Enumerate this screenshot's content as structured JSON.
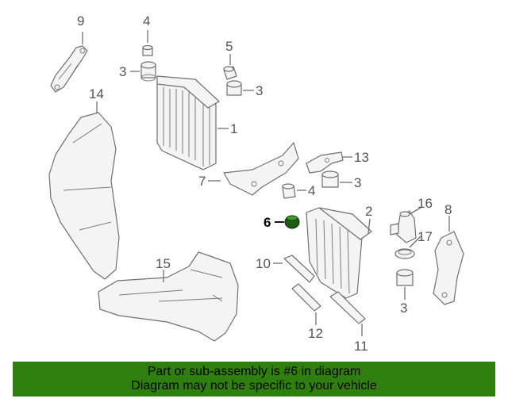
{
  "diagram": {
    "callouts": [
      {
        "id": "c9",
        "label": "9"
      },
      {
        "id": "c4a",
        "label": "4"
      },
      {
        "id": "c3a",
        "label": "3"
      },
      {
        "id": "c5",
        "label": "5"
      },
      {
        "id": "c3b",
        "label": "3"
      },
      {
        "id": "c14",
        "label": "14"
      },
      {
        "id": "c1",
        "label": "1"
      },
      {
        "id": "c13",
        "label": "13"
      },
      {
        "id": "c7",
        "label": "7"
      },
      {
        "id": "c4b",
        "label": "4"
      },
      {
        "id": "c3c",
        "label": "3"
      },
      {
        "id": "c16",
        "label": "16"
      },
      {
        "id": "c6",
        "label": "6"
      },
      {
        "id": "c2",
        "label": "2"
      },
      {
        "id": "c8",
        "label": "8"
      },
      {
        "id": "c17",
        "label": "17"
      },
      {
        "id": "c10",
        "label": "10"
      },
      {
        "id": "c15",
        "label": "15"
      },
      {
        "id": "c3d",
        "label": "3"
      },
      {
        "id": "c12",
        "label": "12"
      },
      {
        "id": "c11",
        "label": "11"
      }
    ],
    "highlighted_part": "6",
    "highlight_color": "#2f7f0f"
  },
  "banner": {
    "line1": "Part or sub-assembly is #6 in diagram",
    "line2": "Diagram may not be specific to your vehicle",
    "background": "#2f7f0f"
  }
}
